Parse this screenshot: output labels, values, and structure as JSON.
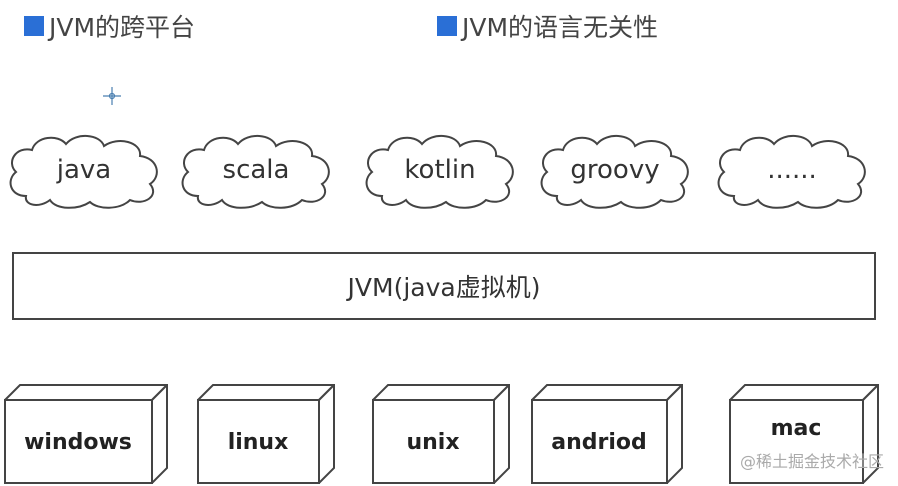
{
  "headings": [
    "JVM的跨平台",
    "JVM的语言无关性"
  ],
  "languages": [
    "java",
    "scala",
    "kotlin",
    "groovy",
    "......"
  ],
  "jvm_label": "JVM(java虚拟机)",
  "platforms": [
    "windows",
    "linux",
    "unix",
    "andriod",
    "mac"
  ],
  "watermark": "@稀土掘金技术社区",
  "colors": {
    "bullet": "#2a6fd6",
    "stroke": "#444444"
  }
}
